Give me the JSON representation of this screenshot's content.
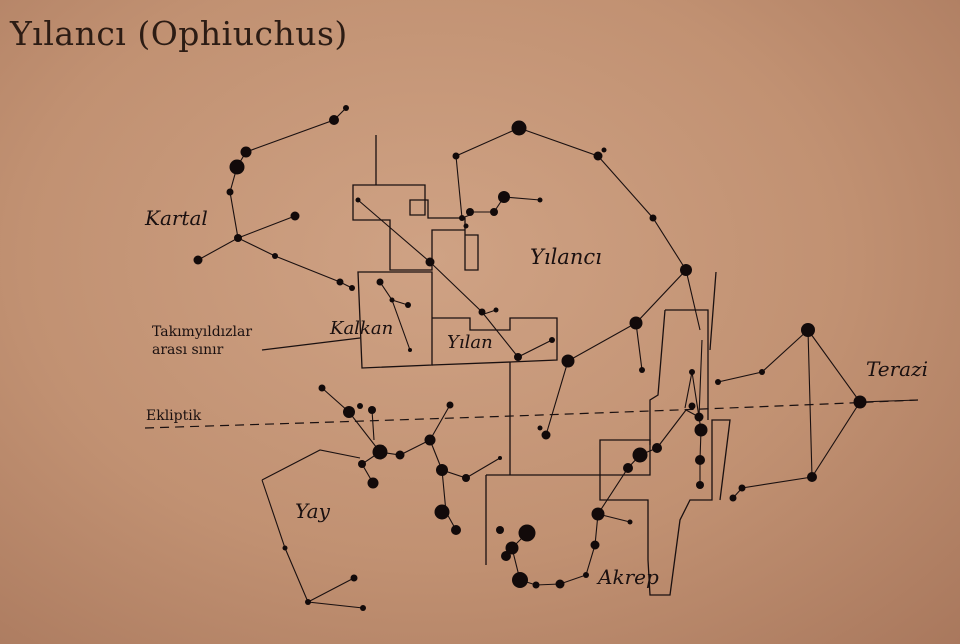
{
  "title": "Yılancı (Ophiuchus)",
  "labels": {
    "kartal": "Kartal",
    "yilanci": "Yılancı",
    "kalkan": "Kalkan",
    "yilan": "Yılan",
    "terazi": "Terazi",
    "yay": "Yay",
    "akrep": "Akrep",
    "ekliptik": "Ekliptik",
    "boundary_line1": "Takımyıldızlar",
    "boundary_line2": "arası sınır"
  },
  "colors": {
    "paper": "#c39577",
    "ink": "#1a1010"
  }
}
